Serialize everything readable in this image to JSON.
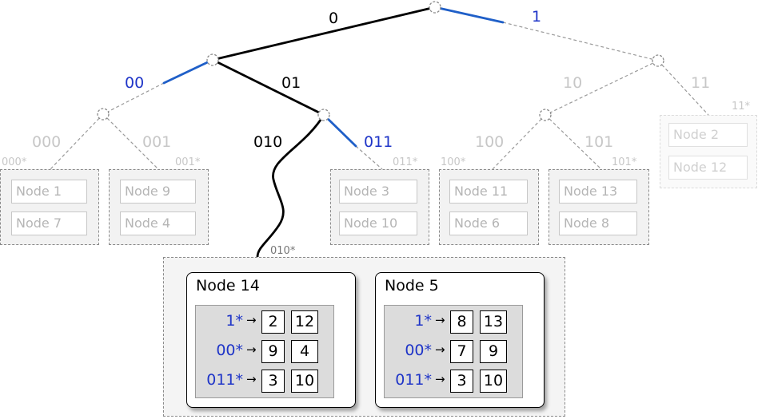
{
  "edges": {
    "e_0": "0",
    "e_1": "1",
    "e_00": "00",
    "e_01": "01",
    "e_10": "10",
    "e_11": "11",
    "e_000": "000",
    "e_001": "001",
    "e_010": "010",
    "e_011": "011",
    "e_100": "100",
    "e_101": "101"
  },
  "prefixes": {
    "p_000": "000*",
    "p_001": "001*",
    "p_010": "010*",
    "p_011": "011*",
    "p_100": "100*",
    "p_101": "101*",
    "p_11": "11*"
  },
  "buckets": {
    "b000": [
      "Node 1",
      "Node 7"
    ],
    "b001": [
      "Node 9",
      "Node 4"
    ],
    "b011": [
      "Node 3",
      "Node 10"
    ],
    "b100": [
      "Node 11",
      "Node 6"
    ],
    "b101": [
      "Node 13",
      "Node 8"
    ],
    "b11": [
      "Node 2",
      "Node 12"
    ]
  },
  "nodes": [
    {
      "title": "Node 14",
      "rows": [
        {
          "prefix": "1*",
          "arrow": "→",
          "a": "2",
          "b": "12"
        },
        {
          "prefix": "00*",
          "arrow": "→",
          "a": "9",
          "b": "4"
        },
        {
          "prefix": "011*",
          "arrow": "→",
          "a": "3",
          "b": "10"
        }
      ]
    },
    {
      "title": "Node 5",
      "rows": [
        {
          "prefix": "1*",
          "arrow": "→",
          "a": "8",
          "b": "13"
        },
        {
          "prefix": "00*",
          "arrow": "→",
          "a": "7",
          "b": "9"
        },
        {
          "prefix": "011*",
          "arrow": "→",
          "a": "3",
          "b": "10"
        }
      ]
    }
  ],
  "colors": {
    "path": "#000000",
    "highlight": "#1f5fc8",
    "label_blue": "#1f35c8",
    "faded": "#c7c7c7"
  }
}
